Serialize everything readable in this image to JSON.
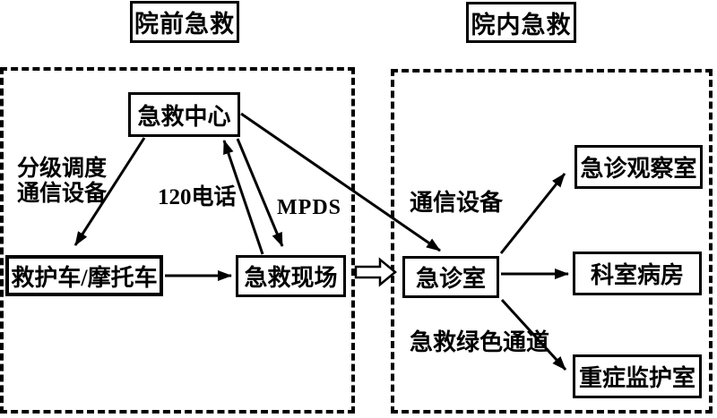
{
  "palette": {
    "background": "#ffffff",
    "ink": "#000000"
  },
  "titles": {
    "pre_hospital": "院前急救",
    "in_hospital": "院内急救"
  },
  "nodes": {
    "emergency_center": "急救中心",
    "ambulance": "救护车/摩托车",
    "rescue_scene": "急救现场",
    "emergency_room": "急诊室",
    "observation_room": "急诊观察室",
    "department_ward": "科室病房",
    "icu": "重症监护室"
  },
  "edge_labels": {
    "graded_dispatch_line1": "分级调度",
    "graded_dispatch_line2": "通信设备",
    "phone_120": "120电话",
    "mpds": "MPDS",
    "communication_equipment": "通信设备",
    "green_channel": "急救绿色通道"
  }
}
